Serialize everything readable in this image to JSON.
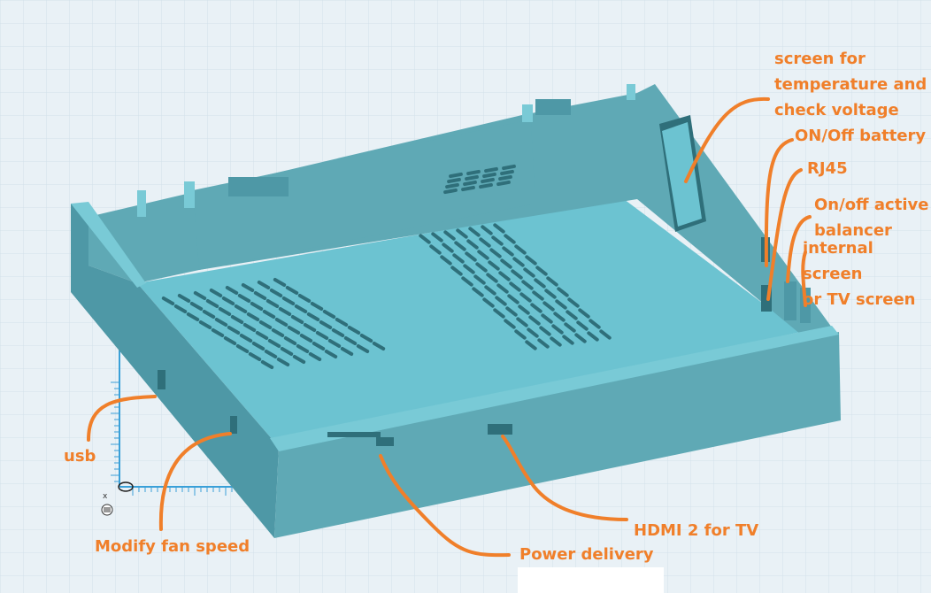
{
  "colors": {
    "background": "#e9f1f6",
    "grid": "#d3e1ea",
    "label": "#f07f2a",
    "arrow": "#f07f2a",
    "ruler": "#3aa0d8",
    "case_floor": "#6cc3d1",
    "case_wall_inner": "#5fa9b5",
    "case_wall_outer": "#4e98a6",
    "case_rim": "#79cad6",
    "vent_slot": "#2f6f7a"
  },
  "annotations": [
    {
      "id": "screen",
      "text": "screen for\ntemperature and\ncheck voltage"
    },
    {
      "id": "onoff-battery",
      "text": "ON/Off battery"
    },
    {
      "id": "rj45",
      "text": "RJ45"
    },
    {
      "id": "active-balancer",
      "text": "On/off active\nbalancer"
    },
    {
      "id": "internal-screen",
      "text": "internal screen\nor TV screen"
    },
    {
      "id": "usb",
      "text": "usb"
    },
    {
      "id": "fan-speed",
      "text": "Modify fan speed"
    },
    {
      "id": "power-delivery",
      "text": "Power delivery"
    },
    {
      "id": "hdmi",
      "text": "HDMI 2 for TV"
    }
  ],
  "axis_marker": "x"
}
